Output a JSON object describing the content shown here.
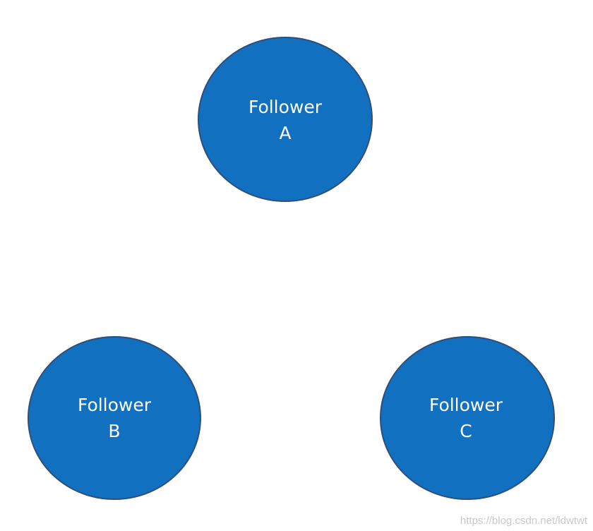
{
  "nodes": [
    {
      "id": "A",
      "line1": "Follower",
      "line2": "A"
    },
    {
      "id": "B",
      "line1": "Follower",
      "line2": "B"
    },
    {
      "id": "C",
      "line1": "Follower",
      "line2": "C"
    }
  ],
  "colors": {
    "node_fill": "#1170bf",
    "node_stroke": "#2f4f7a",
    "label": "#ffffff"
  },
  "watermark": "https://blog.csdn.net/ldwtwt"
}
